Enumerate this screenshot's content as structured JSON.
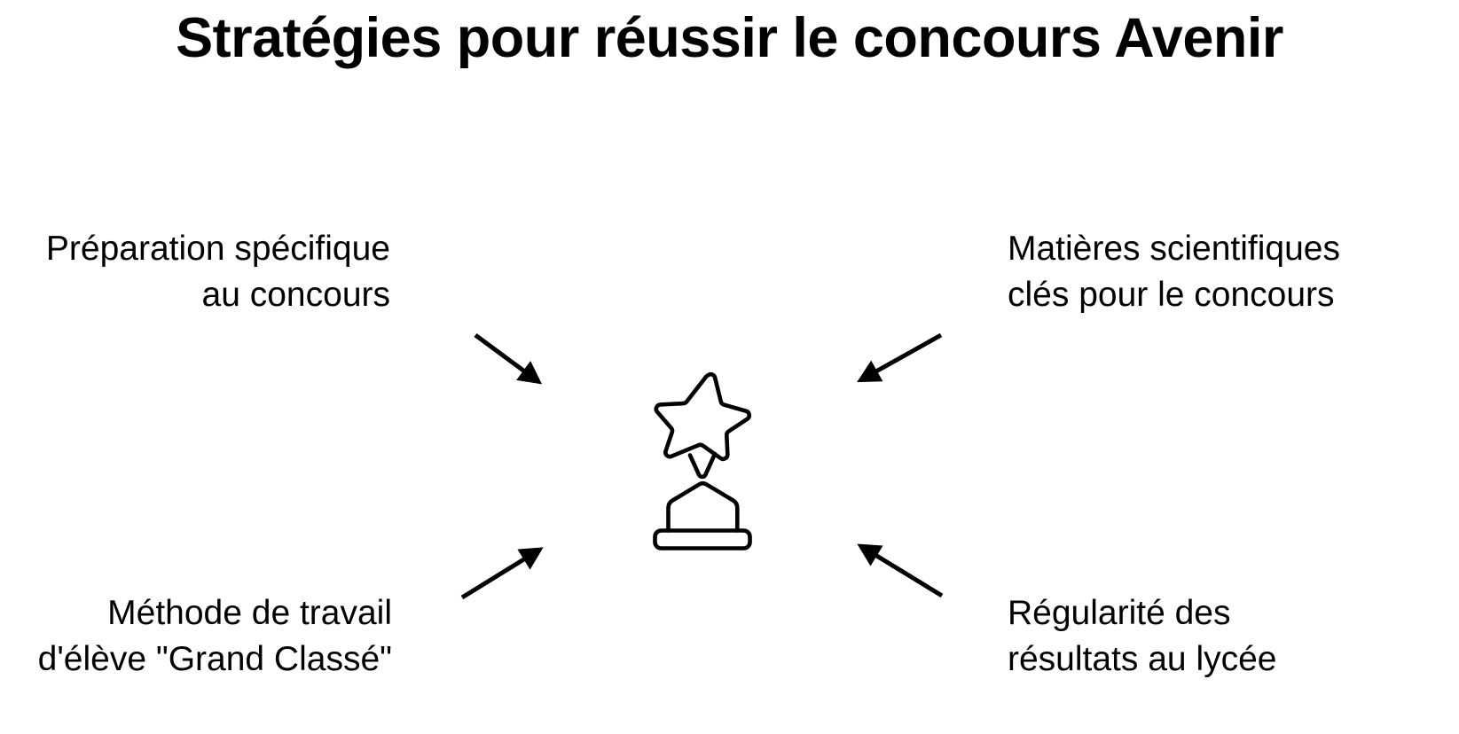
{
  "slide": {
    "title": "Stratégies pour réussir le concours Avenir",
    "background_color": "#ffffff",
    "text_color": "#000000"
  },
  "center": {
    "icon_name": "star-trophy-icon",
    "icon_description": "hand-drawn outline star on a trophy pedestal",
    "stroke_color": "#000000"
  },
  "labels": {
    "top_left": {
      "line1": "Préparation spécifique",
      "line2": "au concours",
      "align": "right"
    },
    "top_right": {
      "line1": "Matières scientifiques",
      "line2": "clés pour le concours",
      "align": "left"
    },
    "bottom_left": {
      "line1": "Méthode de travail",
      "line2": "d'élève \"Grand Classé\"",
      "align": "right"
    },
    "bottom_right": {
      "line1": "Régularité des",
      "line2": "résultats au lycée",
      "align": "left"
    }
  },
  "arrows": {
    "color": "#000000",
    "items": [
      {
        "name": "arrow-top-left-to-center",
        "direction": "down-right"
      },
      {
        "name": "arrow-top-right-to-center",
        "direction": "down-left"
      },
      {
        "name": "arrow-bottom-left-to-center",
        "direction": "up-right"
      },
      {
        "name": "arrow-bottom-right-to-center",
        "direction": "up-left"
      }
    ]
  }
}
